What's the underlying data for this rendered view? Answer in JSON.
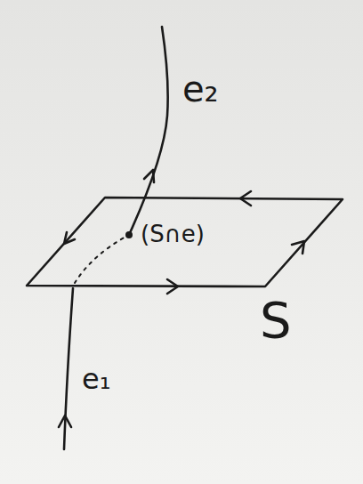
{
  "diagram": {
    "labels": [
      "e₂",
      "(S∩e)",
      "S",
      "e₁"
    ]
  }
}
